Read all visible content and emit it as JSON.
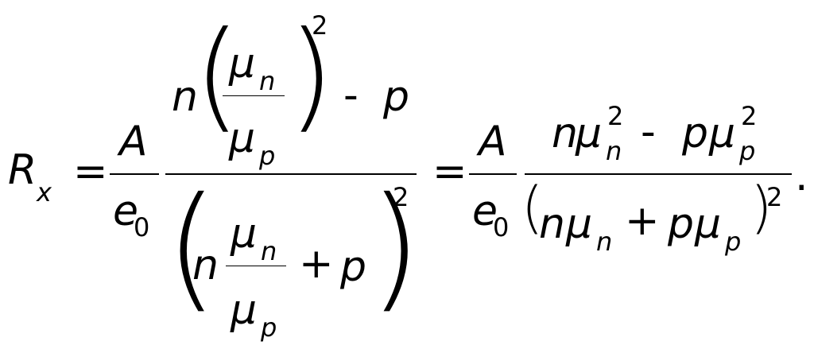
{
  "formula": {
    "lhs": {
      "symbol": "R",
      "subscript": "x"
    },
    "equals": "=",
    "coefficient": {
      "numerator": "A",
      "denominator": "e",
      "denominator_subscript": "0"
    },
    "first_fraction": {
      "numerator": {
        "n": "n",
        "inner_numerator": "μ",
        "inner_numerator_sub": "n",
        "inner_denominator": "μ",
        "inner_denominator_sub": "p",
        "exponent": "2",
        "minus": "-",
        "p": "p"
      },
      "denominator": {
        "n": "n",
        "inner_numerator": "μ",
        "inner_numerator_sub": "n",
        "inner_denominator": "μ",
        "inner_denominator_sub": "p",
        "plus": "+",
        "p": "p",
        "exponent": "2"
      }
    },
    "second_fraction": {
      "numerator": {
        "n": "n",
        "mu1": "μ",
        "mu1_sub": "n",
        "mu1_sup": "2",
        "minus": "-",
        "p": "p",
        "mu2": "μ",
        "mu2_sub": "p",
        "mu2_sup": "2"
      },
      "denominator": {
        "open_paren": "(",
        "n": "n",
        "mu1": "μ",
        "mu1_sub": "n",
        "plus": "+",
        "p": "p",
        "mu2": "μ",
        "mu2_sub": "p",
        "close_paren": ")",
        "exponent": "2"
      }
    },
    "period": "."
  }
}
